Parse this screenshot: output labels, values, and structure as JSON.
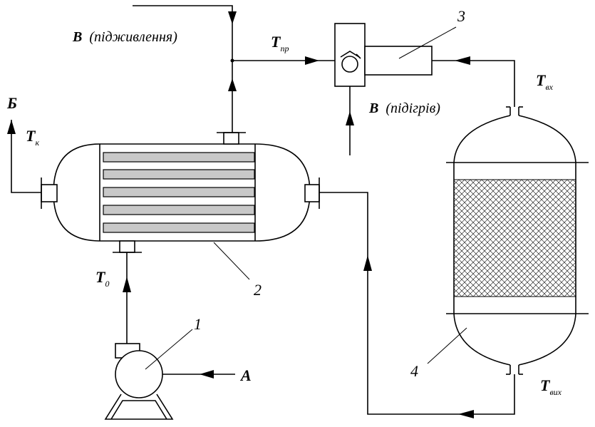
{
  "labels": {
    "B_feed_main": "B",
    "B_feed_paren": "(підживлення)",
    "B_heat_main": "B",
    "B_heat_paren": "(підігрів)",
    "B_out": "Б",
    "A_in": "A",
    "T_pr": "T",
    "T_pr_sub": "пр",
    "T_vx": "T",
    "T_vx_sub": "вх",
    "T_vykh": "T",
    "T_vykh_sub": "вих",
    "T_k": "T",
    "T_k_sub": "к",
    "T_0": "T",
    "T_0_sub": "0",
    "num_1": "1",
    "num_2": "2",
    "num_3": "3",
    "num_4": "4"
  }
}
